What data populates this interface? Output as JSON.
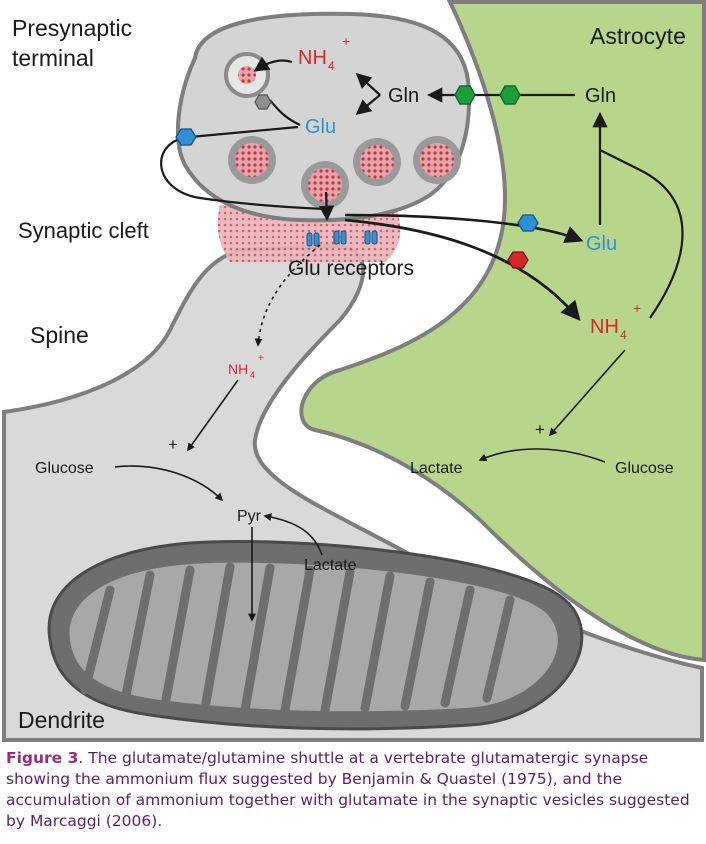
{
  "labels": {
    "presynaptic_line1": "Presynaptic",
    "presynaptic_line2": "terminal",
    "astrocyte": "Astrocyte",
    "synaptic_cleft": "Synaptic cleft",
    "glu_receptors": "Glu receptors",
    "spine": "Spine",
    "dendrite": "Dendrite"
  },
  "molecules": {
    "nh4_base": "NH",
    "nh4_sub": "4",
    "nh4_sup": "+",
    "glu": "Glu",
    "gln": "Gln",
    "glucose": "Glucose",
    "lactate": "Lactate",
    "pyr": "Pyr",
    "plus": "+"
  },
  "caption": {
    "figure_label": "Figure 3",
    "text": ". The glutamate/glutamine shuttle at a vertebrate glutamatergic synapse showing the ammonium flux suggested by Benjamin & Quastel (1975), and the accumulation of ammonium together with glutamate in the synaptic vesicles suggested by Marcaggi (2006)."
  },
  "colors": {
    "border": "#3a7ab8",
    "cell_fill": "#d8d8d8",
    "astrocyte_fill": "#b7d68b",
    "nh4": "#d8262d",
    "glu": "#2d8fd4",
    "gln_hex": "#1a9e3e",
    "mito": "#8a8a8a",
    "caption": "#5a1f6e"
  }
}
